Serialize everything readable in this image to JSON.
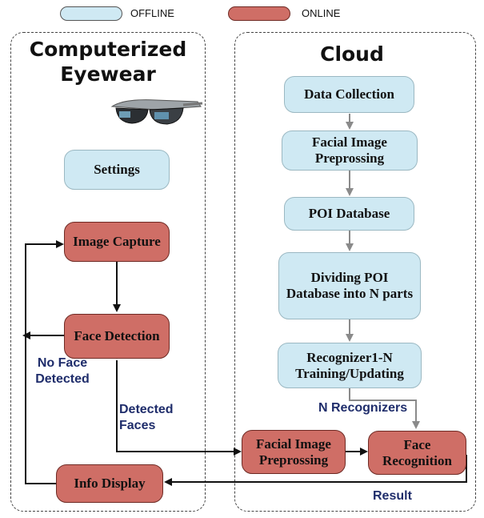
{
  "legend": {
    "offline_label": "OFFLINE",
    "online_label": "ONLINE",
    "offline_color": "#cfe9f3",
    "online_color": "#cf6e66"
  },
  "panels": {
    "eyewear_title": "Computerized Eyewear",
    "cloud_title": "Cloud"
  },
  "nodes": {
    "settings": "Settings",
    "image_capture": "Image Capture",
    "face_detection": "Face Detection",
    "info_display": "Info Display",
    "data_collection": "Data Collection",
    "facial_preprocessing_offline": "Facial Image Preprossing",
    "poi_database": "POI Database",
    "dividing": "Dividing POI Database into N parts",
    "recognizer": "Recognizer1-N Training/Updating",
    "facial_preprocessing_online": "Facial Image Preprossing",
    "face_recognition": "Face Recognition"
  },
  "edge_labels": {
    "no_face": "No Face Detected",
    "detected_faces": "Detected Faces",
    "n_recognizers": "N Recognizers",
    "result": "Result"
  },
  "icons": {
    "eyewear": "smart-glasses-icon"
  }
}
